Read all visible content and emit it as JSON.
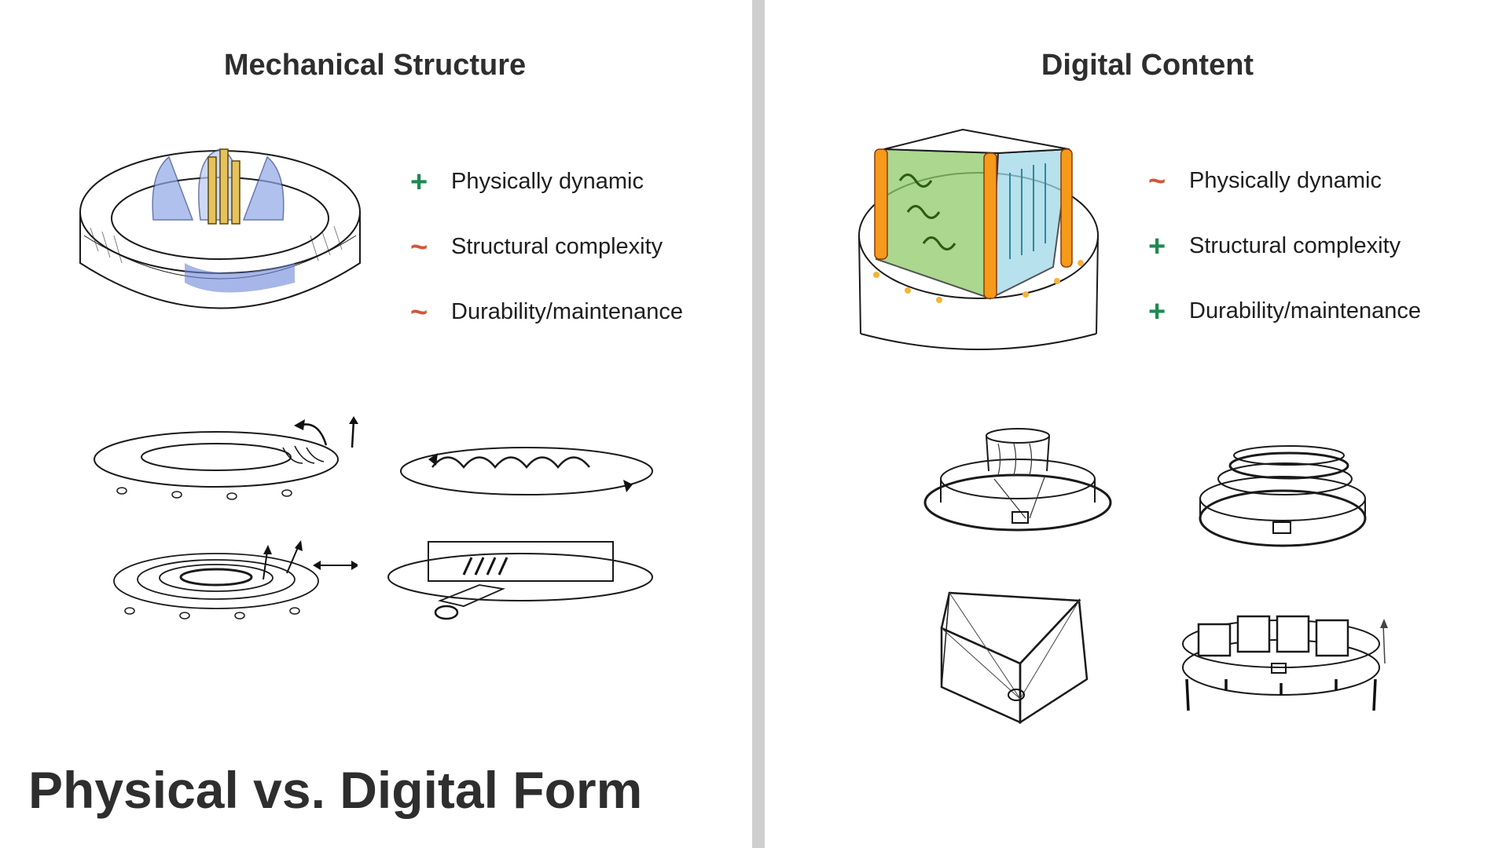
{
  "slide": {
    "title": "Physical vs. Digital Form"
  },
  "left": {
    "heading": "Mechanical Structure",
    "features": [
      {
        "mark": "+",
        "type": "plus",
        "label": "Physically dynamic"
      },
      {
        "mark": "~",
        "type": "tilde",
        "label": "Structural complexity"
      },
      {
        "mark": "~",
        "type": "tilde",
        "label": "Durability/maintenance"
      }
    ],
    "sketch_icons": [
      "ring-fountain-sketch",
      "rotating-ring-sketch",
      "wave-ring-sketch",
      "spiral-ring-sketch",
      "sliding-panel-sketch"
    ]
  },
  "right": {
    "heading": "Digital Content",
    "features": [
      {
        "mark": "~",
        "type": "tilde",
        "label": "Physically dynamic"
      },
      {
        "mark": "+",
        "type": "plus",
        "label": "Structural complexity"
      },
      {
        "mark": "+",
        "type": "plus",
        "label": "Durability/maintenance"
      }
    ],
    "sketch_icons": [
      "triangle-screen-sketch",
      "cylinder-projection-sketch",
      "stacked-disc-sketch",
      "triangle-prism-sketch",
      "panel-ring-sketch"
    ]
  },
  "colors": {
    "plus": "#1e8a4f",
    "tilde": "#d0573a",
    "divider": "#cfcfcf"
  }
}
